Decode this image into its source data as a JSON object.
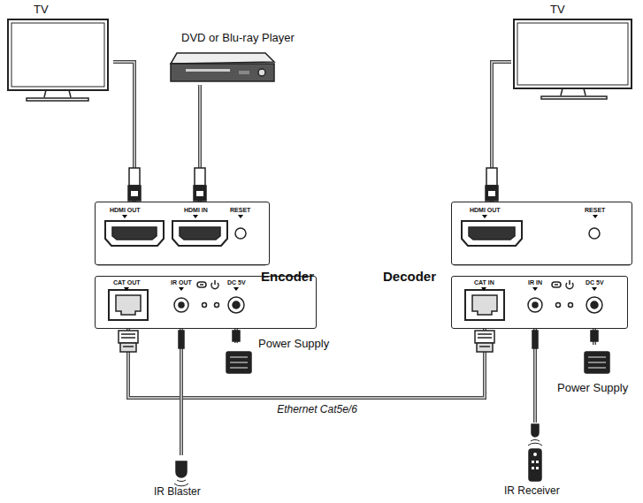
{
  "diagram": {
    "nodes": [
      {
        "text": [
          "TV"
        ]
      },
      {
        "text": [
          "DVD or Blu-ray Player"
        ]
      },
      {
        "text": [
          "TV"
        ]
      },
      {
        "text": [
          "HDMI OUT",
          "HDMI IN",
          "RESET"
        ]
      },
      {
        "text": [
          "HDMI OUT",
          "RESET"
        ]
      },
      {
        "text": [
          "Encoder",
          "CAT OUT",
          "IR OUT",
          "DC 5V"
        ]
      },
      {
        "text": [
          "Decoder",
          "CAT IN",
          "IR IN",
          "DC 5V"
        ]
      },
      {
        "text": [
          "Power Supply"
        ]
      },
      {
        "text": [
          "Power Supply"
        ]
      },
      {
        "text": [
          "IR Blaster"
        ]
      },
      {
        "text": [
          "IR Receiver"
        ]
      }
    ],
    "edges": [
      {
        "from": 0,
        "to": 3,
        "arrow": "none"
      },
      {
        "from": 1,
        "to": 3,
        "arrow": "none"
      },
      {
        "from": 2,
        "to": 4,
        "arrow": "none"
      },
      {
        "from": 5,
        "to": 6,
        "label": "Ethernet Cat5e/6",
        "arrow": "none"
      },
      {
        "from": 5,
        "to": 7,
        "arrow": "none"
      },
      {
        "from": 5,
        "to": 9,
        "arrow": "none"
      },
      {
        "from": 6,
        "to": 10,
        "arrow": "none"
      },
      {
        "from": 6,
        "to": 8,
        "arrow": "none"
      }
    ]
  }
}
